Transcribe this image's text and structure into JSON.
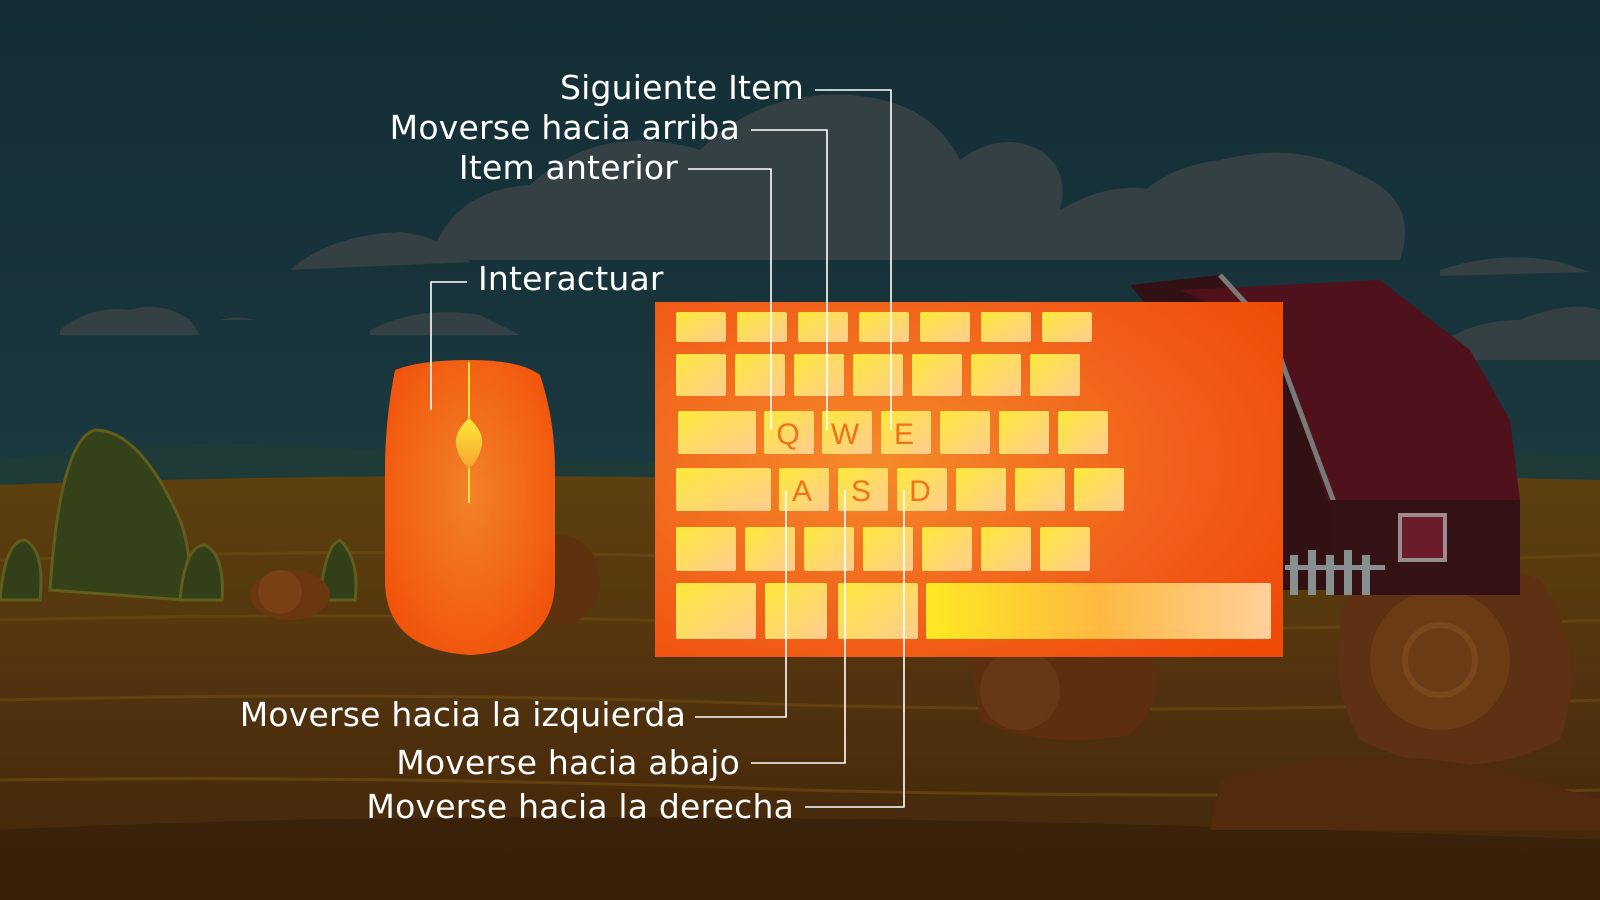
{
  "controls": {
    "next_item": "Siguiente Item",
    "move_up": "Moverse hacia arriba",
    "prev_item": "Item anterior",
    "interact": "Interactuar",
    "move_left": "Moverse hacia la izquierda",
    "move_down": "Moverse hacia abajo",
    "move_right": "Moverse hacia la derecha"
  },
  "keys": {
    "q": "Q",
    "w": "W",
    "e": "E",
    "a": "A",
    "s": "S",
    "d": "D"
  },
  "colors": {
    "accent": "#f0520e",
    "key_yellow": "#fde93a",
    "key_peach": "#ffcc90",
    "barn_red": "#5a1520",
    "sky": "#1c3b43"
  },
  "icons": {
    "mouse": "mouse-icon",
    "keyboard": "keyboard-icon"
  }
}
